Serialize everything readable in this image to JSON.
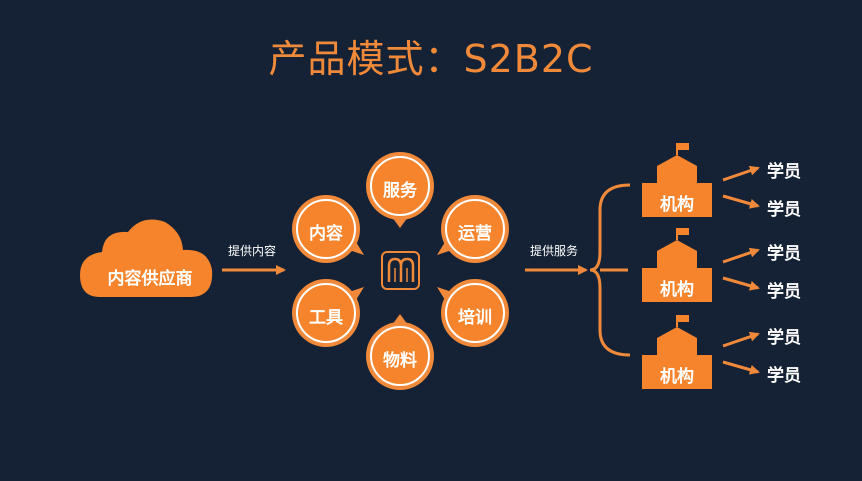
{
  "title": "产品模式：S2B2C",
  "colors": {
    "background": "#152235",
    "accent": "#F08A3A",
    "text": "#ffffff",
    "inner": "#F5842C"
  },
  "supplier": {
    "label": "内容供应商",
    "shape": "cloud-icon"
  },
  "arrow_left_label": "提供内容",
  "arrow_right_label": "提供服务",
  "hub": {
    "center_icon": "m-logo-icon",
    "petals": [
      "服务",
      "运营",
      "培训",
      "物料",
      "工具",
      "内容"
    ]
  },
  "institutions": [
    {
      "label": "机构",
      "students": [
        "学员",
        "学员"
      ]
    },
    {
      "label": "机构",
      "students": [
        "学员",
        "学员"
      ]
    },
    {
      "label": "机构",
      "students": [
        "学员",
        "学员"
      ]
    }
  ]
}
